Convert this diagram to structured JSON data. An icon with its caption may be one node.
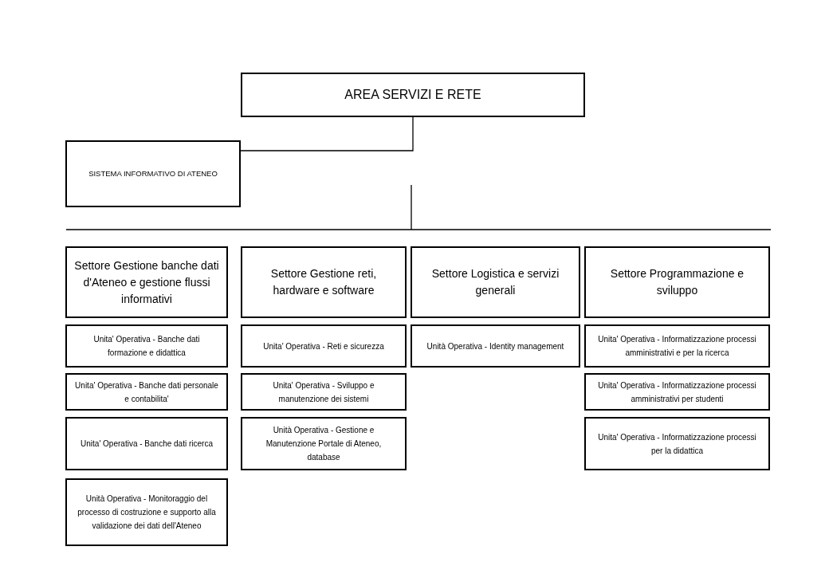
{
  "diagram": {
    "nodes": [
      {
        "text": [
          "AREA SERVIZI E RETE"
        ]
      },
      {
        "text": [
          "SISTEMA INFORMATIVO DI ATENEO"
        ]
      },
      {
        "text": [
          "Settore Gestione banche dati d'Ateneo e gestione flussi informativi"
        ]
      },
      {
        "text": [
          "Unita' Operativa - Banche dati formazione e didattica"
        ]
      },
      {
        "text": [
          "Unita' Operativa - Banche dati personale e contabilita'"
        ]
      },
      {
        "text": [
          "Unita' Operativa - Banche dati ricerca"
        ]
      },
      {
        "text": [
          "Unità Operativa - Monitoraggio del processo di costruzione e supporto alla validazione dei dati dell'Ateneo"
        ]
      },
      {
        "text": [
          "Settore Gestione reti, hardware e software"
        ]
      },
      {
        "text": [
          "Unita' Operativa - Reti e sicurezza"
        ]
      },
      {
        "text": [
          "Unita' Operativa - Sviluppo e manutenzione dei sistemi"
        ]
      },
      {
        "text": [
          "Unità Operativa - Gestione e Manutenzione Portale di Ateneo, database"
        ]
      },
      {
        "text": [
          "Settore Logistica e servizi generali"
        ]
      },
      {
        "text": [
          "Unità Operativa - Identity management"
        ]
      },
      {
        "text": [
          "Settore Programmazione e sviluppo"
        ]
      },
      {
        "text": [
          "Unita' Operativa - Informatizzazione processi amministrativi e per la ricerca"
        ]
      },
      {
        "text": [
          "Unita' Operativa - Informatizzazione processi amministrativi per studenti"
        ]
      },
      {
        "text": [
          "Unita' Operativa - Informatizzazione processi per la didattica"
        ]
      }
    ],
    "edges": [
      {
        "from": 0,
        "to": 1,
        "arrow": "none"
      }
    ]
  }
}
